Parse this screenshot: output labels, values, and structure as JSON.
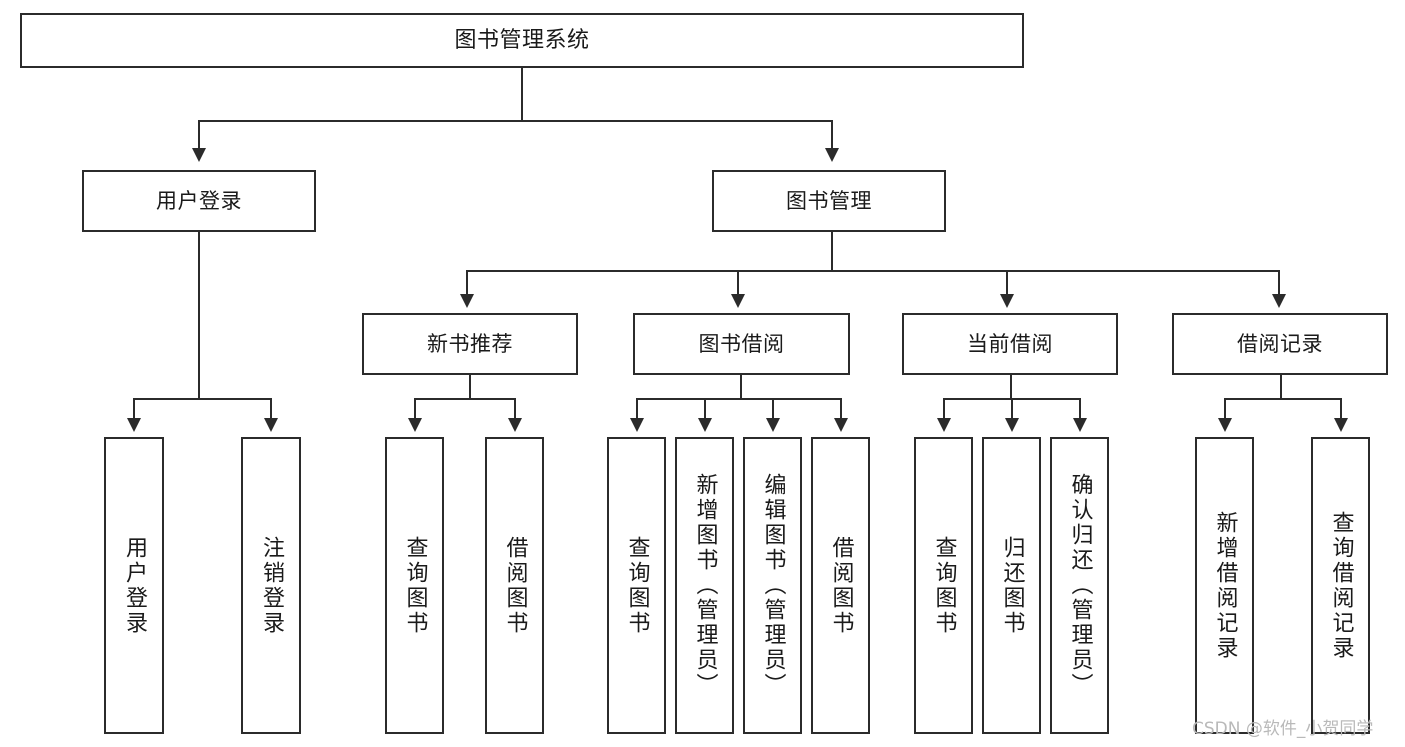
{
  "diagram": {
    "title": "图书管理系统",
    "levels": {
      "level1": [
        {
          "id": "user-login",
          "label": "用户登录"
        },
        {
          "id": "book-manage",
          "label": "图书管理"
        }
      ],
      "level2": [
        {
          "id": "new-book-recommend",
          "label": "新书推荐"
        },
        {
          "id": "book-borrow",
          "label": "图书借阅"
        },
        {
          "id": "current-borrow",
          "label": "当前借阅"
        },
        {
          "id": "borrow-record",
          "label": "借阅记录"
        }
      ],
      "level3": {
        "user_login": [
          {
            "id": "leaf-user-login",
            "label": "用户登录"
          },
          {
            "id": "leaf-user-logout",
            "label": "注销登录"
          }
        ],
        "new_book_recommend": [
          {
            "id": "leaf-query-book-1",
            "label": "查询图书"
          },
          {
            "id": "leaf-borrow-book-1",
            "label": "借阅图书"
          }
        ],
        "book_borrow": [
          {
            "id": "leaf-query-book-2",
            "label": "查询图书"
          },
          {
            "id": "leaf-add-book",
            "label": "新增图书（管理员）"
          },
          {
            "id": "leaf-edit-book",
            "label": "编辑图书（管理员）"
          },
          {
            "id": "leaf-borrow-book-2",
            "label": "借阅图书"
          }
        ],
        "current_borrow": [
          {
            "id": "leaf-query-book-3",
            "label": "查询图书"
          },
          {
            "id": "leaf-return-book",
            "label": "归还图书"
          },
          {
            "id": "leaf-confirm-return",
            "label": "确认归还（管理员）"
          }
        ],
        "borrow_record": [
          {
            "id": "leaf-add-record",
            "label": "新增借阅记录"
          },
          {
            "id": "leaf-query-record",
            "label": "查询借阅记录"
          }
        ]
      }
    },
    "colors": {
      "box_border": "#2b2b2b",
      "box_fill": "#ffffff",
      "connector": "#2b2b2b",
      "watermark": "#b9b9b9"
    }
  },
  "watermark": {
    "text": "CSDN @软件_小贺同学"
  }
}
